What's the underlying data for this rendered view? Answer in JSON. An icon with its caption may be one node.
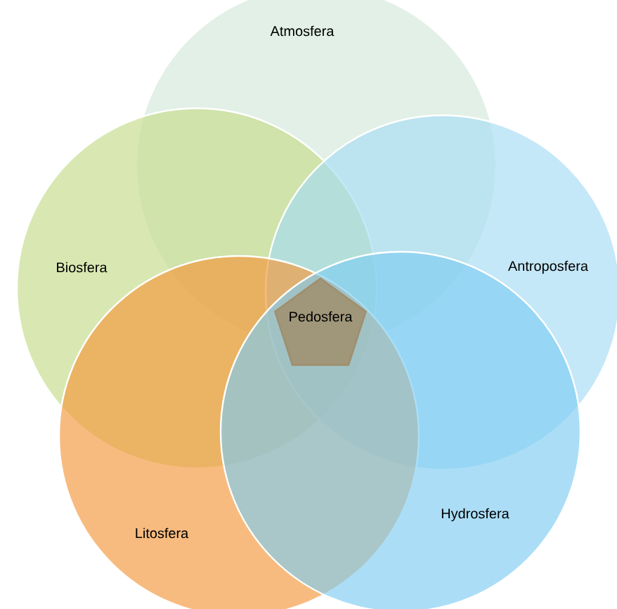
{
  "diagram": {
    "nodes": [
      {
        "text": [
          "Atmosfera"
        ]
      },
      {
        "text": [
          "Biosfera"
        ]
      },
      {
        "text": [
          "Antroposfera"
        ]
      },
      {
        "text": [
          "Pedosfera"
        ]
      },
      {
        "text": [
          "Hydrosfera"
        ]
      },
      {
        "text": [
          "Litosfera"
        ]
      }
    ]
  }
}
